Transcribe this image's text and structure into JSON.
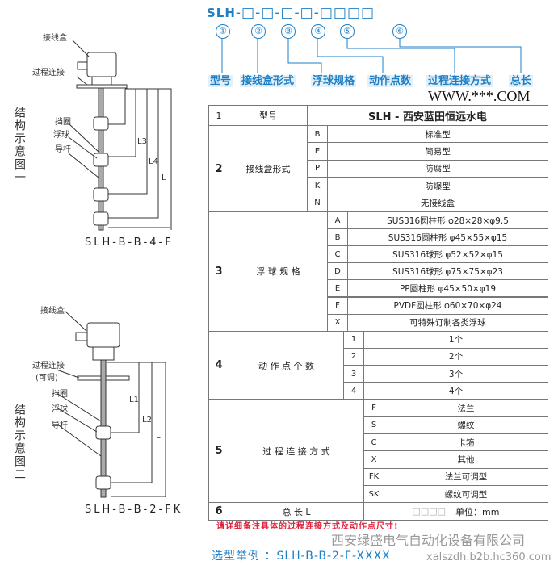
{
  "header": {
    "code_prefix": "SLH",
    "code_rest": "-□-□-□-□-□□□□",
    "numbers": [
      "①",
      "②",
      "③",
      "④",
      "⑤",
      "⑥"
    ],
    "labels": [
      "型号",
      "接线盒形式",
      "浮球规格",
      "动作点数",
      "过程连接方式",
      "总长"
    ]
  },
  "diagram1": {
    "title": "结构示意图一",
    "labels": {
      "box": "接线盒",
      "process": "过程连接",
      "ring": "挡圈",
      "float": "浮球",
      "rod": "导杆"
    },
    "dims": [
      "L3",
      "L4",
      "L"
    ],
    "model": "SLH-B-B-4-F"
  },
  "diagram2": {
    "title": "结构示意图二",
    "labels": {
      "box": "接线盒",
      "process": "过程连接",
      "process_sub": "(可调)",
      "ring": "挡圈",
      "float": "浮球",
      "rod": "导杆"
    },
    "dims": [
      "L1",
      "L2",
      "L"
    ],
    "model": "SLH-B-B-2-FK"
  },
  "table": {
    "header": {
      "num": "1",
      "name": "型号",
      "value": "SLH - 西安蓝田恒远水电"
    },
    "sections": [
      {
        "num": "2",
        "name": "接线盒形式",
        "rows": [
          [
            "B",
            "标准型"
          ],
          [
            "E",
            "简易型"
          ],
          [
            "P",
            "防腐型"
          ],
          [
            "K",
            "防爆型"
          ],
          [
            "N",
            "无接线盒"
          ]
        ]
      },
      {
        "num": "3",
        "name": "浮 球 规 格",
        "rows": [
          [
            "A",
            "SUS316圆柱形 φ28×28×φ9.5"
          ],
          [
            "B",
            "SUS316圆柱形 φ45×55×φ15"
          ],
          [
            "C",
            "SUS316球形 φ52×52×φ15"
          ],
          [
            "D",
            "SUS316球形 φ75×75×φ23"
          ],
          [
            "E",
            "PP圆柱形 φ45×50×φ19"
          ],
          [
            "F",
            "PVDF圆柱形 φ60×70×φ24"
          ],
          [
            "X",
            "可特殊订制各类浮球"
          ]
        ]
      },
      {
        "num": "4",
        "name": "动 作 点 个 数",
        "rows": [
          [
            "1",
            "1个"
          ],
          [
            "2",
            "2个"
          ],
          [
            "3",
            "3个"
          ],
          [
            "4",
            "4个"
          ]
        ]
      },
      {
        "num": "5",
        "name": "过 程 连 接 方 式",
        "rows": [
          [
            "F",
            "法兰"
          ],
          [
            "S",
            "螺纹"
          ],
          [
            "C",
            "卡箍"
          ],
          [
            "X",
            "其他"
          ],
          [
            "FK",
            "法兰可调型"
          ],
          [
            "SK",
            "螺纹可调型"
          ]
        ]
      }
    ],
    "last": {
      "num": "6",
      "name": "总 长 L",
      "boxes": "□□□□",
      "unit": "单位：mm"
    }
  },
  "watermark": "WWW.***.COM",
  "note": "请详细备注具体的过程连接方式及动作点尺寸!",
  "example": "选型举例 ：SLH-B-B-2-F-XXXX",
  "company": "西安绿盛电气自动化设备有限公司",
  "site": "xalszdh.b2b.hc360.com",
  "colors": {
    "blue": "#1e7fc4",
    "red": "#e0203a",
    "border": "#777777"
  }
}
